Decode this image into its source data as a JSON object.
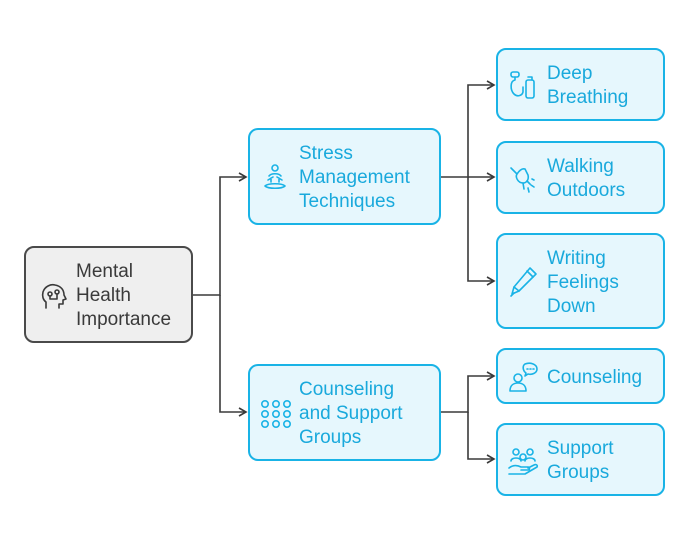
{
  "root": {
    "label": "Mental\nHealth\nImportance",
    "icon": "head-brain-icon"
  },
  "branches": [
    {
      "label": "Stress\nManagement\nTechniques",
      "icon": "meditation-icon",
      "children": [
        {
          "label": "Deep\nBreathing",
          "icon": "inhaler-icon"
        },
        {
          "label": "Walking\nOutdoors",
          "icon": "bird-icon"
        },
        {
          "label": "Writing\nFeelings\nDown",
          "icon": "pencil-icon"
        }
      ]
    },
    {
      "label": "Counseling\nand Support\nGroups",
      "icon": "dots-grid-icon",
      "children": [
        {
          "label": "Counseling",
          "icon": "person-speech-icon"
        },
        {
          "label": "Support\nGroups",
          "icon": "group-hand-icon"
        }
      ]
    }
  ],
  "colors": {
    "accent": "#19b3e6",
    "accent_text": "#19a9dc",
    "leaf_fill": "#e6f7fd",
    "root_fill": "#efefef",
    "root_border": "#4a4a4a",
    "connector": "#3a3a3a"
  }
}
